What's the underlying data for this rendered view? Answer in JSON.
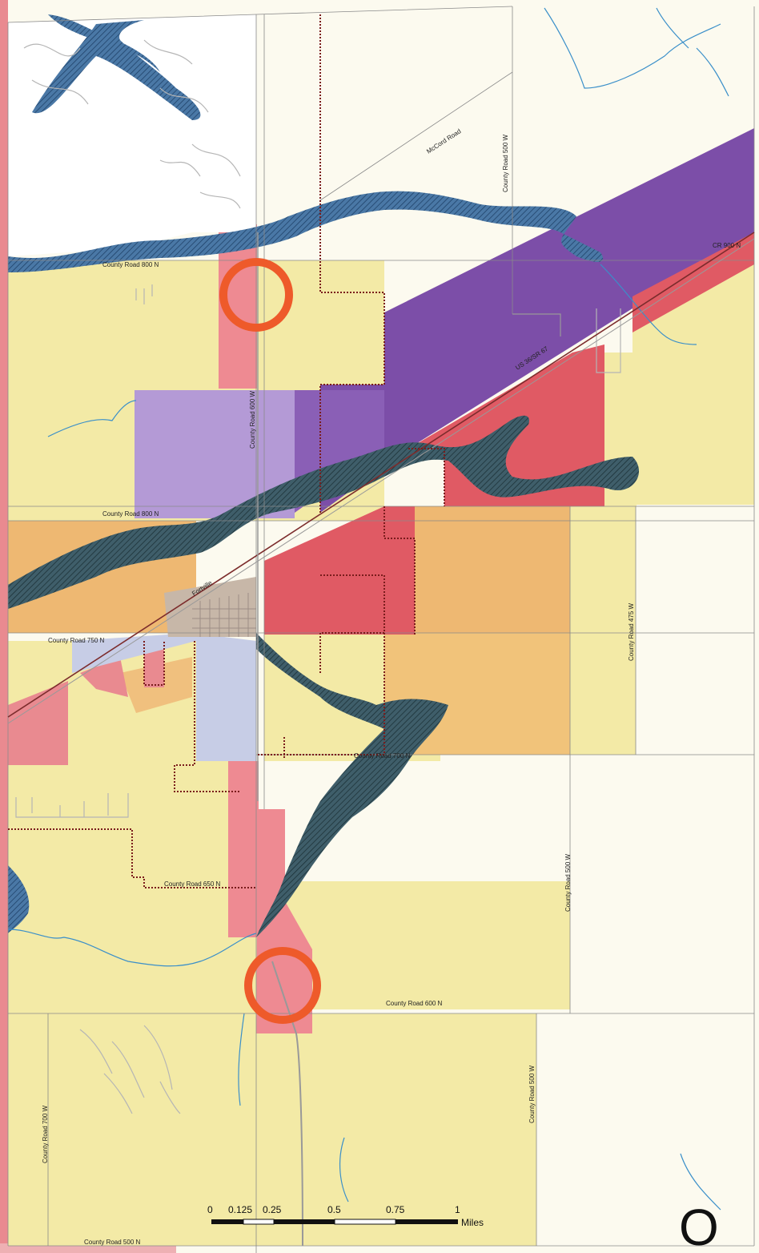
{
  "roads": {
    "cr_800n_top": "County Road 800 N",
    "cr_800n": "County Road 800 N",
    "cr_750n": "County Road 750 N",
    "cr_700n": "County Road 700 N",
    "cr_650n": "County Road 650 N",
    "cr_600n": "County Road 600 N",
    "cr_500n": "County Road 500 N",
    "cr_900n": "CR 900 N",
    "mccord": "McCord Road",
    "us36": "US 36/SR 67",
    "cr_600w": "County Road 600 W",
    "cr_500w_top": "County Road 500 W",
    "cr_500w_mid": "County Road 500 W",
    "cr_500w_bot": "County Road 500 W",
    "cr_475w": "County Road 475 W",
    "cr_700w": "County Road 700 W",
    "town": "Fortville"
  },
  "scale": {
    "ticks": [
      "0",
      "0.125",
      "0.25",
      "0.5",
      "0.75",
      "1"
    ],
    "unit": "Miles"
  },
  "page_letter": "O",
  "colors": {
    "residential": "#f3eaa6",
    "commercial": "#e05a64",
    "industrial": "#7c4ea8",
    "industrial_light": "#b49ad6",
    "mixed_orange": "#eeb872",
    "town_blue": "#c7cde6",
    "floodplain": "#3d6d99",
    "stream": "#3a8fc9",
    "highlight_circle": "#ee5a2a"
  }
}
